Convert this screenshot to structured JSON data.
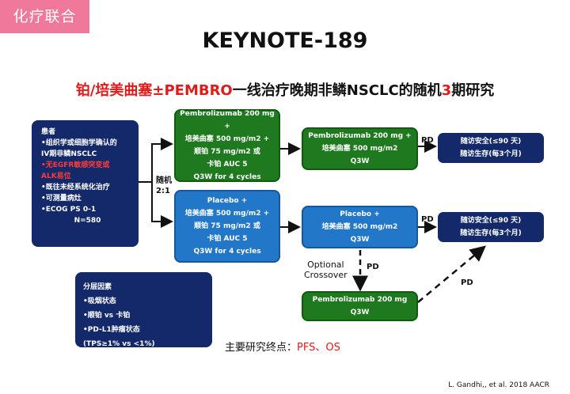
{
  "tag": "化疗联合",
  "title": "KEYNOTE-189",
  "subtitle": {
    "part1": "铂/培美曲塞±",
    "part2": "PEMBRO",
    "part3": "一线治疗晚期非鳞NSCLC的随机",
    "part4": "3",
    "part5": "期研究"
  },
  "patients": {
    "heading": "患者",
    "line1": "•组织学或细胞学确认的",
    "line2": "IV期非鳞NSCLC",
    "line3": "•无EGFR敏感突变或",
    "line4": "ALK易位",
    "line5": "•既往未经系统化治疗",
    "line6": "•可测量病灶",
    "line7": "•ECOG PS 0-1",
    "line8": "N=580"
  },
  "randomize": {
    "line1": "随机",
    "line2": "2:1"
  },
  "arm_top": {
    "l1": "Pembrolizumab 200 mg +",
    "l2": "培美曲塞 500 mg/m2 +",
    "l3": "顺铂 75 mg/m2 或",
    "l4": "卡铂 AUC 5",
    "l5": "Q3W for 4 cycles"
  },
  "arm_bottom": {
    "l1": "Placebo +",
    "l2": "培美曲塞 500 mg/m2 +",
    "l3": "顺铂 75 mg/m2 或",
    "l4": "卡铂 AUC 5",
    "l5": "Q3W for 4 cycles"
  },
  "maint_top": {
    "l1": "Pembrolizumab 200 mg +",
    "l2": "培美曲塞 500 mg/m2",
    "l3": "Q3W"
  },
  "maint_bottom": {
    "l1": "Placebo +",
    "l2": "培美曲塞 500 mg/m2",
    "l3": "Q3W"
  },
  "followup_top": {
    "l1": "随访安全(≤90 天)",
    "l2": "随访生存(每3个月)"
  },
  "followup_bottom": {
    "l1": "随访安全(≤90 天)",
    "l2": "随访生存(每3个月)"
  },
  "crossover_box": {
    "l1": "Pembrolizumab 200 mg",
    "l2": "Q3W"
  },
  "labels": {
    "pd": "PD",
    "optional1": "Optional",
    "optional2": "Crossover"
  },
  "strat": {
    "heading": "分层因素",
    "l1": "•吸烟状态",
    "l2": "•顺铂 vs 卡铂",
    "l3": "•PD-L1肿瘤状态",
    "l4": "(TPS≥1% vs <1%)"
  },
  "endpoint": {
    "label": "主要研究终点：",
    "value": "PFS、OS"
  },
  "footer": "L. Gandhi,, et al. 2018 AACR",
  "colors": {
    "navy": "#13296a",
    "green": "#1f7a1f",
    "blue": "#2377c8",
    "red": "#e11a1a",
    "tag": "#f0789a"
  }
}
